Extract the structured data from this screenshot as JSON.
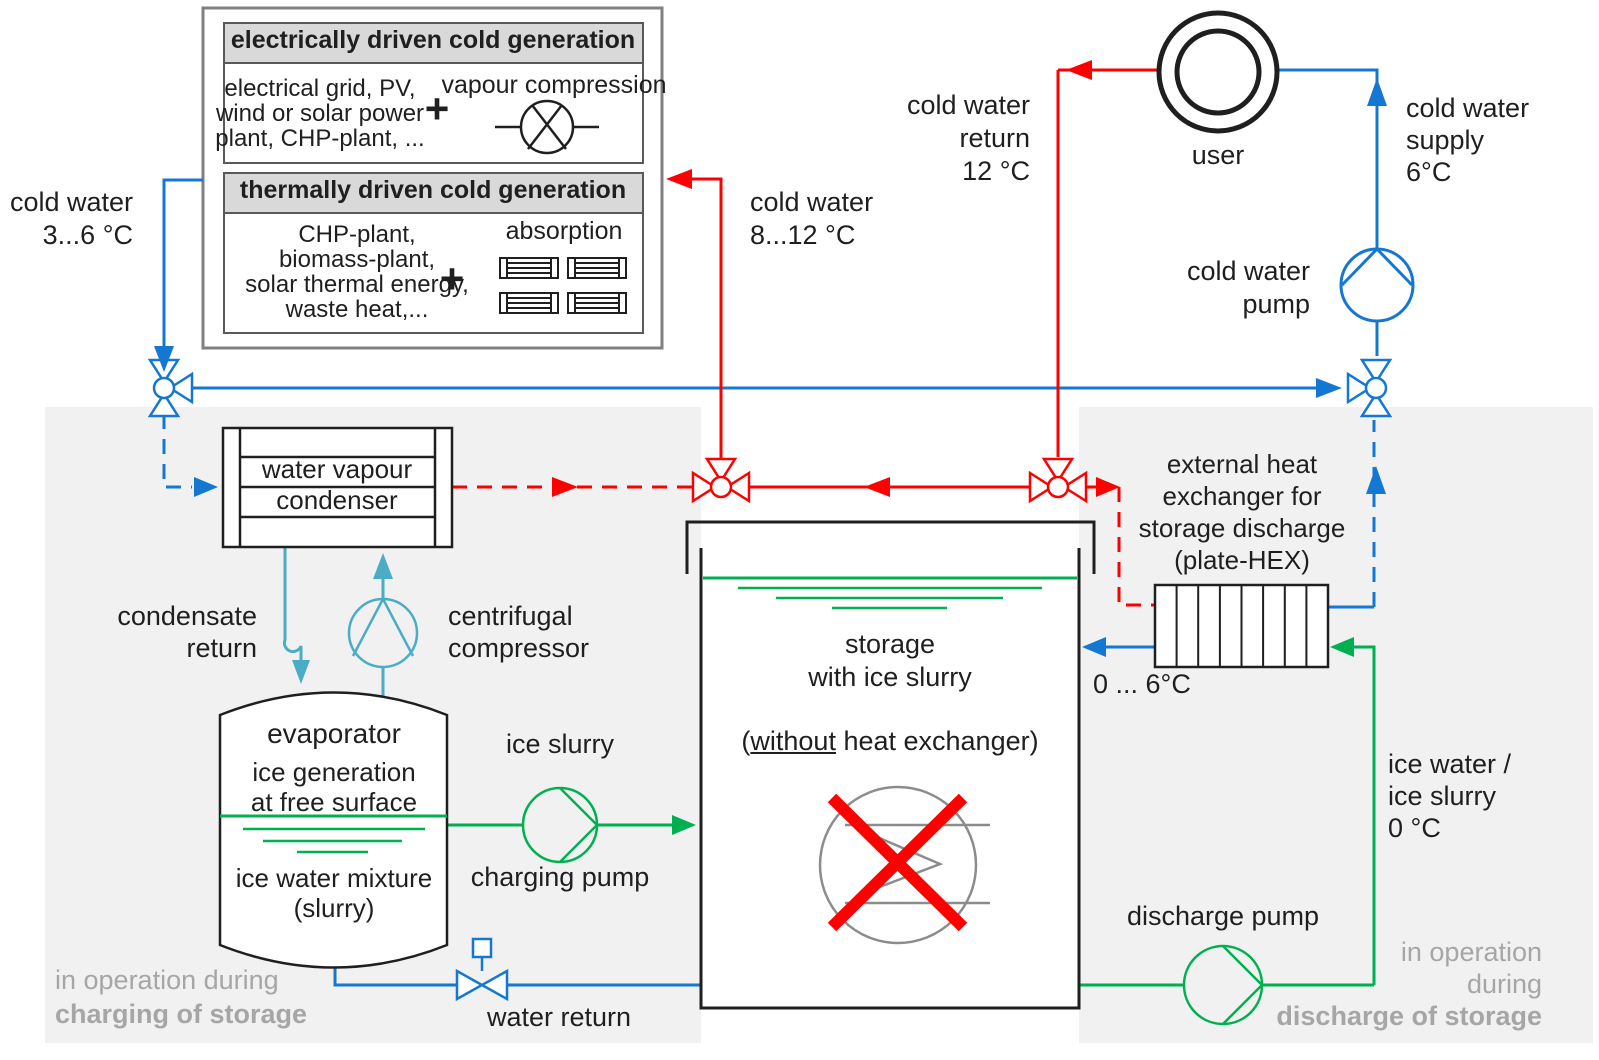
{
  "generation_box": {
    "electric": {
      "header": "electrically driven cold generation",
      "sources": "electrical grid, PV,\nwind or solar power\nplant, CHP-plant, ...",
      "plus": "+",
      "method": "vapour compression"
    },
    "thermal": {
      "header": "thermally driven cold generation",
      "sources": "CHP-plant,\nbiomass-plant,\nsolar thermal energy,\nwaste heat,...",
      "plus": "+",
      "method": "absorption"
    }
  },
  "labels": {
    "cold_water_supply_gen": "cold water\n3...6 °C",
    "cold_water_return_gen": "cold water\n8...12 °C",
    "cold_water_return_user": "cold water\nreturn\n12 °C",
    "user": "user",
    "cold_water_supply_user": "cold water\nsupply\n6°C",
    "cold_water_pump": "cold water\npump",
    "condenser": "water vapour\ncondenser",
    "condensate_return": "condensate\nreturn",
    "centrifugal_compressor": "centrifugal\ncompressor",
    "evaporator_title": "evaporator",
    "evaporator_sub": "ice generation\nat free surface",
    "evaporator_bottom": "ice water mixture\n(slurry)",
    "ice_slurry": "ice slurry",
    "charging_pump": "charging pump",
    "water_return": "water return",
    "storage_title": "storage\nwith ice slurry",
    "storage_no_hex_prefix": "(",
    "storage_no_hex_underlined": "without",
    "storage_no_hex_suffix": " heat exchanger)",
    "external_hex": "external heat\nexchanger for\nstorage discharge\n(plate-HEX)",
    "hex_out_temp": "0 ... 6°C",
    "ice_water_line": "ice water /\nice slurry\n0 °C",
    "discharge_pump": "discharge pump",
    "left_note_line1": "in operation during",
    "left_note_line2": "charging of storage",
    "right_note_line1": "in operation",
    "right_note_line2": "during",
    "right_note_line3": "discharge of storage"
  },
  "colors": {
    "pipe_blue": "#1478D2",
    "pipe_red": "#FF0000",
    "pipe_green": "#00B050",
    "pipe_cyan": "#4BACC6",
    "note_gray": "#A6A6A6",
    "panel_gray": "#F1F1F1",
    "header_gray": "#D9D9D9",
    "symbol_gray": "#8C8C8C"
  }
}
